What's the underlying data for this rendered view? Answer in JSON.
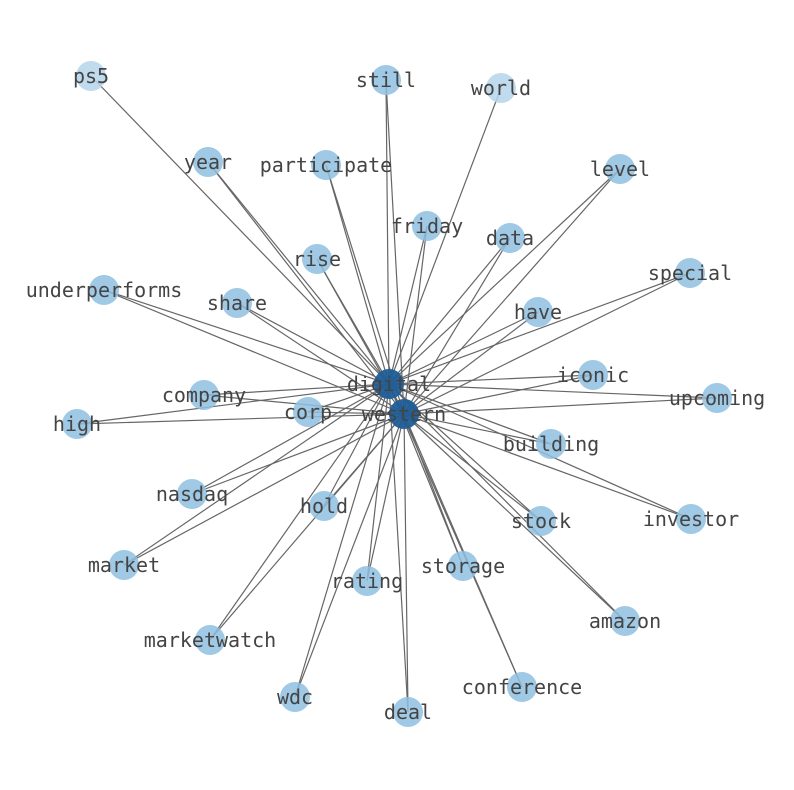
{
  "graph": {
    "colors": {
      "hub": "#1f5d96",
      "node": "#8fbfe0",
      "node_faint": "#b5d5ea",
      "edge": "#666666",
      "label": "#444444"
    },
    "hubs": [
      "digital",
      "western"
    ],
    "nodes": [
      {
        "id": "digital",
        "label": "digital",
        "hub": true
      },
      {
        "id": "western",
        "label": "western",
        "hub": true
      },
      {
        "id": "ps5",
        "label": "ps5",
        "faint": true
      },
      {
        "id": "still",
        "label": "still"
      },
      {
        "id": "world",
        "label": "world",
        "faint": true
      },
      {
        "id": "year",
        "label": "year"
      },
      {
        "id": "participate",
        "label": "participate"
      },
      {
        "id": "level",
        "label": "level"
      },
      {
        "id": "friday",
        "label": "friday"
      },
      {
        "id": "data",
        "label": "data"
      },
      {
        "id": "rise",
        "label": "rise"
      },
      {
        "id": "special",
        "label": "special"
      },
      {
        "id": "underperforms",
        "label": "underperforms"
      },
      {
        "id": "share",
        "label": "share"
      },
      {
        "id": "have",
        "label": "have"
      },
      {
        "id": "iconic",
        "label": "iconic"
      },
      {
        "id": "company",
        "label": "company"
      },
      {
        "id": "upcoming",
        "label": "upcoming"
      },
      {
        "id": "corp",
        "label": "corp"
      },
      {
        "id": "high",
        "label": "high"
      },
      {
        "id": "building",
        "label": "building"
      },
      {
        "id": "nasdaq",
        "label": "nasdaq"
      },
      {
        "id": "hold",
        "label": "hold"
      },
      {
        "id": "stock",
        "label": "stock"
      },
      {
        "id": "investor",
        "label": "investor"
      },
      {
        "id": "market",
        "label": "market"
      },
      {
        "id": "storage",
        "label": "storage"
      },
      {
        "id": "rating",
        "label": "rating"
      },
      {
        "id": "amazon",
        "label": "amazon"
      },
      {
        "id": "marketwatch",
        "label": "marketwatch"
      },
      {
        "id": "conference",
        "label": "conference"
      },
      {
        "id": "wdc",
        "label": "wdc"
      },
      {
        "id": "deal",
        "label": "deal"
      }
    ],
    "edges": [
      [
        "digital",
        "western"
      ],
      [
        "digital",
        "ps5"
      ],
      [
        "digital",
        "still"
      ],
      [
        "western",
        "still"
      ],
      [
        "digital",
        "world"
      ],
      [
        "digital",
        "year"
      ],
      [
        "western",
        "year"
      ],
      [
        "digital",
        "participate"
      ],
      [
        "western",
        "participate"
      ],
      [
        "digital",
        "level"
      ],
      [
        "western",
        "level"
      ],
      [
        "digital",
        "friday"
      ],
      [
        "western",
        "friday"
      ],
      [
        "digital",
        "data"
      ],
      [
        "western",
        "data"
      ],
      [
        "digital",
        "rise"
      ],
      [
        "western",
        "rise"
      ],
      [
        "digital",
        "special"
      ],
      [
        "western",
        "special"
      ],
      [
        "digital",
        "underperforms"
      ],
      [
        "western",
        "underperforms"
      ],
      [
        "digital",
        "share"
      ],
      [
        "western",
        "share"
      ],
      [
        "digital",
        "have"
      ],
      [
        "western",
        "have"
      ],
      [
        "digital",
        "iconic"
      ],
      [
        "western",
        "iconic"
      ],
      [
        "digital",
        "company"
      ],
      [
        "western",
        "company"
      ],
      [
        "digital",
        "upcoming"
      ],
      [
        "western",
        "upcoming"
      ],
      [
        "digital",
        "corp"
      ],
      [
        "western",
        "corp"
      ],
      [
        "digital",
        "high"
      ],
      [
        "western",
        "high"
      ],
      [
        "digital",
        "building"
      ],
      [
        "western",
        "building"
      ],
      [
        "digital",
        "nasdaq"
      ],
      [
        "western",
        "nasdaq"
      ],
      [
        "digital",
        "hold"
      ],
      [
        "western",
        "hold"
      ],
      [
        "digital",
        "stock"
      ],
      [
        "western",
        "stock"
      ],
      [
        "digital",
        "investor"
      ],
      [
        "western",
        "investor"
      ],
      [
        "digital",
        "market"
      ],
      [
        "western",
        "market"
      ],
      [
        "digital",
        "storage"
      ],
      [
        "western",
        "storage"
      ],
      [
        "digital",
        "rating"
      ],
      [
        "western",
        "rating"
      ],
      [
        "digital",
        "amazon"
      ],
      [
        "western",
        "amazon"
      ],
      [
        "digital",
        "marketwatch"
      ],
      [
        "western",
        "marketwatch"
      ],
      [
        "digital",
        "conference"
      ],
      [
        "western",
        "conference"
      ],
      [
        "digital",
        "wdc"
      ],
      [
        "western",
        "wdc"
      ],
      [
        "digital",
        "deal"
      ],
      [
        "western",
        "deal"
      ]
    ]
  }
}
